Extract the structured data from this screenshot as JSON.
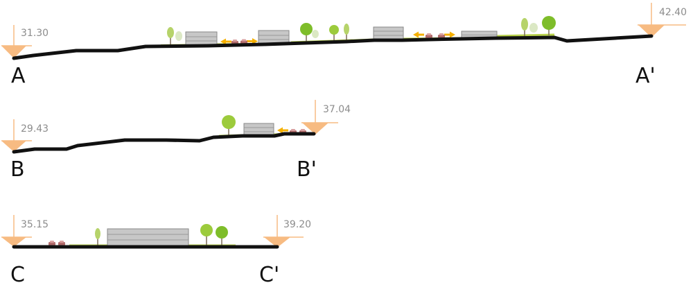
{
  "colors": {
    "marker": "#f7bb82",
    "ground": "#111111",
    "grass": "#b9d24c",
    "building_fill": "#c7c7c7",
    "building_stroke": "#8a8a8a",
    "arrow": "#f5b000",
    "tree": "#7ebd2a",
    "tree_light": "#c8dfa0",
    "trunk": "#7a6a55",
    "car": "#b06a6a",
    "text_elevation": "#8c8c8c"
  },
  "sections": [
    {
      "id": "A",
      "start_label": "A",
      "end_label": "A'",
      "start_elevation": "31.30",
      "end_elevation": "42.40"
    },
    {
      "id": "B",
      "start_label": "B",
      "end_label": "B'",
      "start_elevation": "29.43",
      "end_elevation": "37.04"
    },
    {
      "id": "C",
      "start_label": "C",
      "end_label": "C'",
      "start_elevation": "35.15",
      "end_elevation": "39.20"
    }
  ]
}
